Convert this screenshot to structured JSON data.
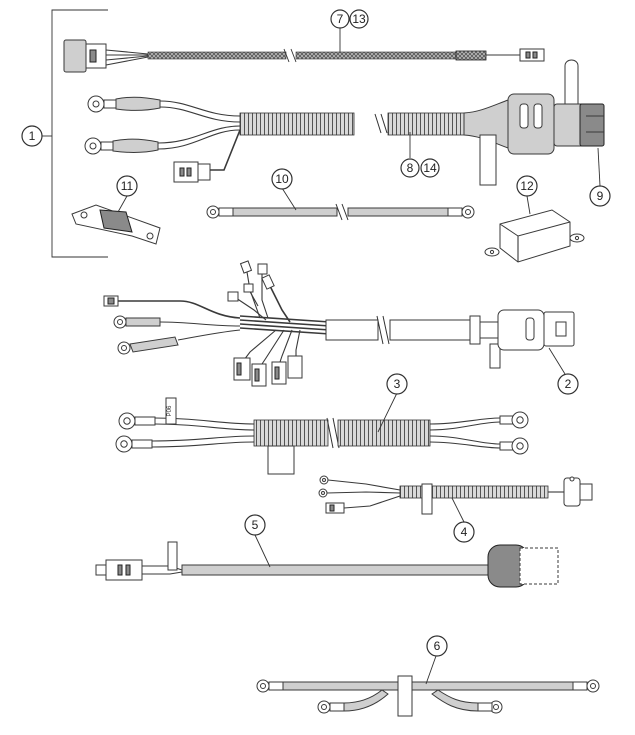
{
  "callouts": {
    "c1": "1",
    "c2": "2",
    "c3": "3",
    "c4": "4",
    "c5": "5",
    "c6": "6",
    "c7": "7",
    "c8": "8",
    "c9": "9",
    "c10": "10",
    "c11": "11",
    "c12": "12",
    "c13": "13",
    "c14": "14"
  },
  "tags": {
    "p06": "P06"
  }
}
